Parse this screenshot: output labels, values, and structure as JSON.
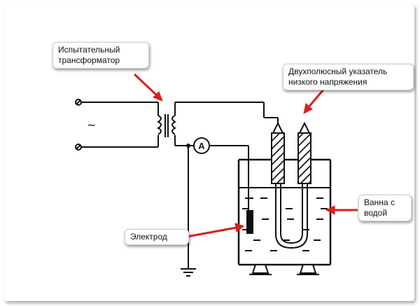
{
  "labels": {
    "transformer": "Испытательный\nтрансформатор",
    "indicator": "Двухполюсный указатель\nнизкого напряжения",
    "bath": "Ванна с\nводой",
    "electrode": "Электрод"
  },
  "symbols": {
    "ac_source": "~",
    "ammeter": "A"
  },
  "colors": {
    "line": "#111111",
    "arrow": "#d8201c",
    "callout_border": "#cfcfcf",
    "background": "#ffffff"
  }
}
